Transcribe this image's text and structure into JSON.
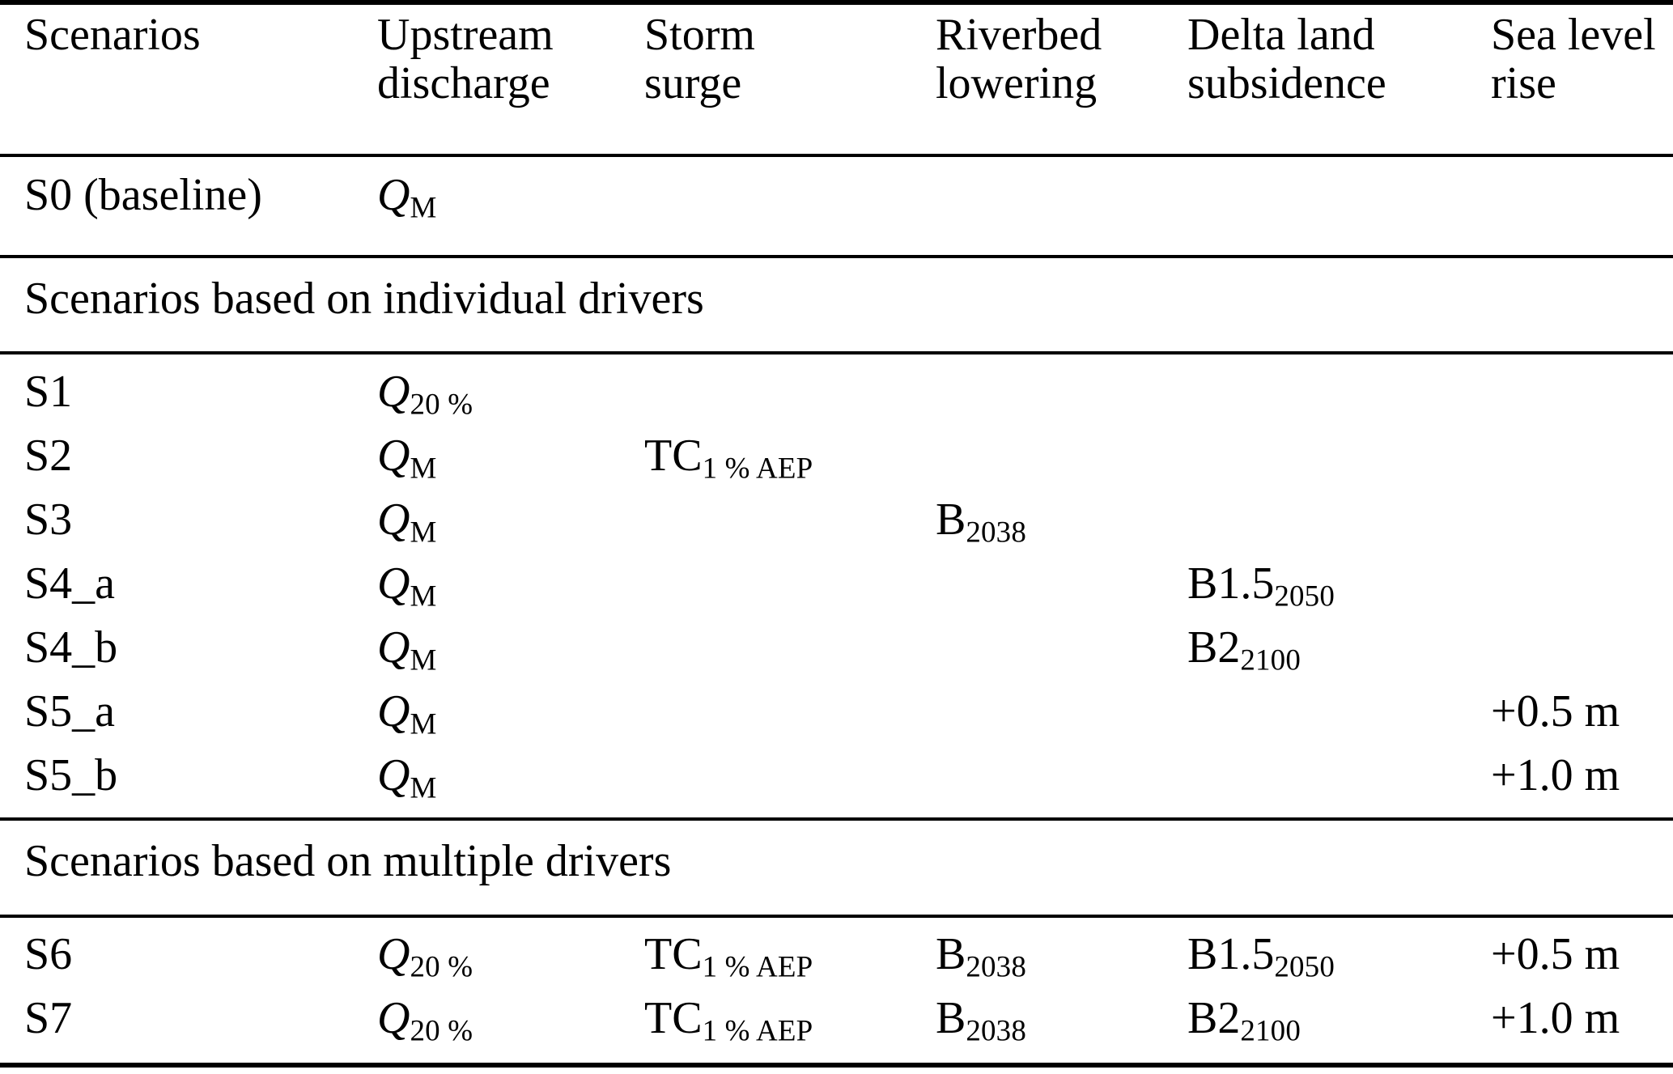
{
  "table": {
    "caption": "",
    "columns": [
      {
        "id": "scenarios",
        "label_line1": "Scenarios",
        "label_line2": ""
      },
      {
        "id": "upstream",
        "label_line1": "Upstream",
        "label_line2": "discharge"
      },
      {
        "id": "storm",
        "label_line1": "Storm",
        "label_line2": "surge"
      },
      {
        "id": "riverbed",
        "label_line1": "Riverbed",
        "label_line2": "lowering"
      },
      {
        "id": "subsidence",
        "label_line1": "Delta land",
        "label_line2": "subsidence"
      },
      {
        "id": "sealevel",
        "label_line1": "Sea level",
        "label_line2": "rise"
      }
    ],
    "baseline_row": {
      "scenario": "S0 (baseline)",
      "upstream_sym": "Q",
      "upstream_sub": "M",
      "storm": "",
      "riverbed": "",
      "subsidence": "",
      "sealevel": ""
    },
    "sections": [
      {
        "id": "individual",
        "title": "Scenarios based on individual drivers",
        "rows": [
          {
            "scenario": "S1",
            "upstream_sym": "Q",
            "upstream_sub": "20 %",
            "storm_sym": "",
            "storm_sub": "",
            "riverbed_sym": "",
            "riverbed_sub": "",
            "subsidence_sym": "",
            "subsidence_sub": "",
            "sealevel": ""
          },
          {
            "scenario": "S2",
            "upstream_sym": "Q",
            "upstream_sub": "M",
            "storm_sym": "TC",
            "storm_sub": "1 % AEP",
            "riverbed_sym": "",
            "riverbed_sub": "",
            "subsidence_sym": "",
            "subsidence_sub": "",
            "sealevel": ""
          },
          {
            "scenario": "S3",
            "upstream_sym": "Q",
            "upstream_sub": "M",
            "storm_sym": "",
            "storm_sub": "",
            "riverbed_sym": "B",
            "riverbed_sub": "2038",
            "subsidence_sym": "",
            "subsidence_sub": "",
            "sealevel": ""
          },
          {
            "scenario": "S4_a",
            "upstream_sym": "Q",
            "upstream_sub": "M",
            "storm_sym": "",
            "storm_sub": "",
            "riverbed_sym": "",
            "riverbed_sub": "",
            "subsidence_sym": "B1.5",
            "subsidence_sub": "2050",
            "sealevel": ""
          },
          {
            "scenario": "S4_b",
            "upstream_sym": "Q",
            "upstream_sub": "M",
            "storm_sym": "",
            "storm_sub": "",
            "riverbed_sym": "",
            "riverbed_sub": "",
            "subsidence_sym": "B2",
            "subsidence_sub": "2100",
            "sealevel": ""
          },
          {
            "scenario": "S5_a",
            "upstream_sym": "Q",
            "upstream_sub": "M",
            "storm_sym": "",
            "storm_sub": "",
            "riverbed_sym": "",
            "riverbed_sub": "",
            "subsidence_sym": "",
            "subsidence_sub": "",
            "sealevel": "+0.5 m"
          },
          {
            "scenario": "S5_b",
            "upstream_sym": "Q",
            "upstream_sub": "M",
            "storm_sym": "",
            "storm_sub": "",
            "riverbed_sym": "",
            "riverbed_sub": "",
            "subsidence_sym": "",
            "subsidence_sub": "",
            "sealevel": "+1.0 m"
          }
        ]
      },
      {
        "id": "multiple",
        "title": "Scenarios based on multiple drivers",
        "rows": [
          {
            "scenario": "S6",
            "upstream_sym": "Q",
            "upstream_sub": "20 %",
            "storm_sym": "TC",
            "storm_sub": "1 % AEP",
            "riverbed_sym": "B",
            "riverbed_sub": "2038",
            "subsidence_sym": "B1.5",
            "subsidence_sub": "2050",
            "sealevel": "+0.5 m"
          },
          {
            "scenario": "S7",
            "upstream_sym": "Q",
            "upstream_sub": "20 %",
            "storm_sym": "TC",
            "storm_sub": "1 % AEP",
            "riverbed_sym": "B",
            "riverbed_sub": "2038",
            "subsidence_sym": "B2",
            "subsidence_sub": "2100",
            "sealevel": "+1.0 m"
          }
        ]
      }
    ]
  }
}
